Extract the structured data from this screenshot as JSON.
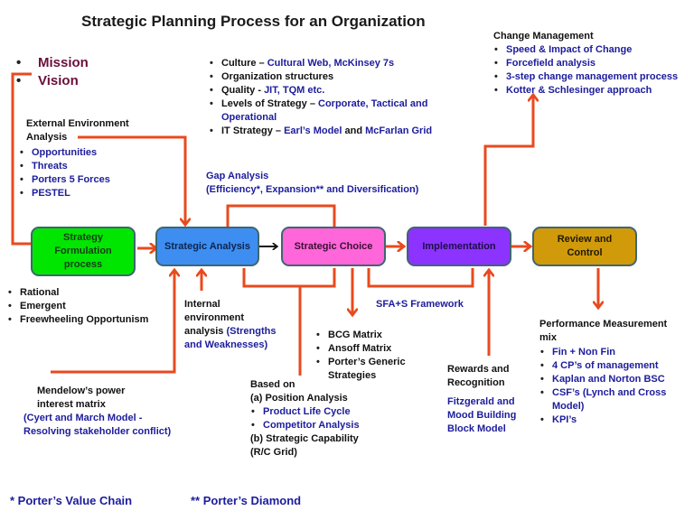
{
  "title": "Strategic Planning Process for an Organization",
  "colors": {
    "arrow": "#e84a1e",
    "strategy_formulation": "#00e600",
    "strategic_analysis": "#3d8ef0",
    "strategic_choice": "#ff66d9",
    "implementation": "#8c33ff",
    "review_control": "#d19a0a",
    "blue_text": "#1c1c9c",
    "maroon_text": "#6a0f3a"
  },
  "mission_vision": [
    "Mission",
    "Vision"
  ],
  "external_env": {
    "heading_line1": "External Environment",
    "heading_line2": "Analysis",
    "items": [
      "Opportunities",
      "Threats",
      "Porters 5 Forces",
      "PESTEL"
    ]
  },
  "culture": {
    "items": [
      {
        "label": "Culture – ",
        "detail": "Cultural Web, McKinsey 7s"
      },
      {
        "label": "Organization structures",
        "detail": ""
      },
      {
        "label": "Quality - ",
        "detail": "JIT, TQM etc."
      },
      {
        "label": "Levels of Strategy – ",
        "detail": "Corporate, Tactical and",
        "detail2": "Operational"
      },
      {
        "label": "IT Strategy – ",
        "detail": "Earl’s Model",
        "mid": " and ",
        "detail3": "McFarlan Grid"
      }
    ]
  },
  "gap_analysis": {
    "line1": "Gap Analysis",
    "line2": "(Efficiency*, Expansion** and Diversification)"
  },
  "change_management": {
    "heading": "Change Management",
    "items": [
      "Speed & Impact of Change",
      "Forcefield analysis",
      "3-step change management process",
      "Kotter & Schlesinger approach"
    ]
  },
  "boxes": {
    "strategy_formulation": [
      "Strategy",
      "Formulation",
      "process"
    ],
    "strategic_analysis": "Strategic Analysis",
    "strategic_choice": "Strategic Choice",
    "implementation": "Implementation",
    "review_control": [
      "Review and",
      "Control"
    ]
  },
  "formulation_types": [
    "Rational",
    "Emergent",
    "Freewheeling Opportunism"
  ],
  "internal_env": {
    "line1": "Internal",
    "line2": "environment",
    "line3a": "analysis ",
    "line3b": "(Strengths",
    "line4": "and Weaknesses)"
  },
  "mendelow": {
    "line1": "Mendelow’s power",
    "line2": "interest matrix",
    "line3": "(Cyert and March Model -",
    "line4": "Resolving stakeholder conflict)"
  },
  "based_on": {
    "heading": "Based on",
    "a": "(a)  Position Analysis",
    "a_items": [
      "Product Life Cycle",
      "Competitor Analysis"
    ],
    "b": "(b) Strategic Capability",
    "b2": "(R/C Grid)"
  },
  "choice_tools": [
    "BCG Matrix",
    "Ansoff Matrix",
    "Porter’s Generic",
    "Strategies"
  ],
  "sfa": "SFA+S Framework",
  "rewards": {
    "line1": "Rewards and",
    "line2": "Recognition",
    "blue1": "Fitzgerald and",
    "blue2": "Mood Building",
    "blue3": "Block Model"
  },
  "performance": {
    "heading1": "Performance Measurement",
    "heading2": "mix",
    "items": [
      "Fin + Non Fin",
      "4 CP’s of management",
      "Kaplan and Norton BSC",
      "CSF’s (Lynch and Cross",
      "Model)",
      "KPI’s"
    ]
  },
  "footnotes": {
    "single": "* Porter’s Value Chain",
    "double": "** Porter’s Diamond"
  }
}
